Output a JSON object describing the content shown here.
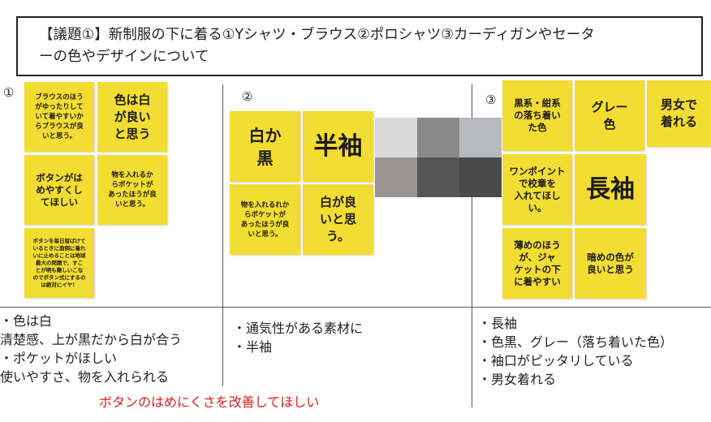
{
  "title": {
    "line1": "【議題①】新制服の下に着る①Yシャツ・ブラウス②ポロシャツ③カーディガンやセータ",
    "line2": "ーの色やデザインについて"
  },
  "sections": [
    {
      "number": "①"
    },
    {
      "number": "②"
    },
    {
      "number": "③"
    }
  ],
  "stickies": {
    "s1": "ブラウスのほう\nがゆったりして\nいて着やすいか\nらブラウスが良\nいと思う。",
    "s2": "色は白\nが良い\nと思う",
    "s3": "ボタンがは\nめやすくし\nてほしい",
    "s4": "物を入れるか\nらポケットが\nあったほうが良\nいと思う。",
    "s5": "ボタンを毎日留ばけて\nいるときに面倒に着れ\nいに止めることは地球\n最大の問題で、すこ\nとが明も難しいこな\nのでボタン式にするの\nは絶対にイヤ！",
    "s6": "白か\n黒",
    "s7": "半袖",
    "s8": "物を入れるれか\nらポケットが\nあったほうが良\nいと思う。",
    "s9": "白が良\nいと思\nう。",
    "s10": "黒系・紺系\nの落ち着い\nた色",
    "s11": "グレー\n色",
    "s12": "男女で\n着れる",
    "s13": "ワンポイント\nで校章を\n入れてほし\nい。",
    "s14": "長袖",
    "s15": "薄めのほう\nが、ジャ\nケットの下\nに着やすい",
    "s16": "暗めの色が\n良いと思う"
  },
  "swatch_colors": [
    "#d9d9d9",
    "#8a8a8a",
    "#b6b9bd",
    "#9a9492",
    "#555555",
    "#4a4a4a"
  ],
  "notes": {
    "col1": [
      "・色は白",
      "清楚感、上が黒だから白が合う",
      "・ポケットがほしい",
      "使いやすさ、物を入れられる"
    ],
    "col2": [
      "・通気性がある素材に",
      "・半袖"
    ],
    "col3": [
      "・長袖",
      "・色黒、グレー（落ち着いた色）",
      "・袖口がピッタリしている",
      "・男女着れる"
    ]
  },
  "conclusion": "ボタンのはめにくさを改善してほしい",
  "colors": {
    "sticky": "#f3dd32",
    "conclusion": "#d62020"
  }
}
